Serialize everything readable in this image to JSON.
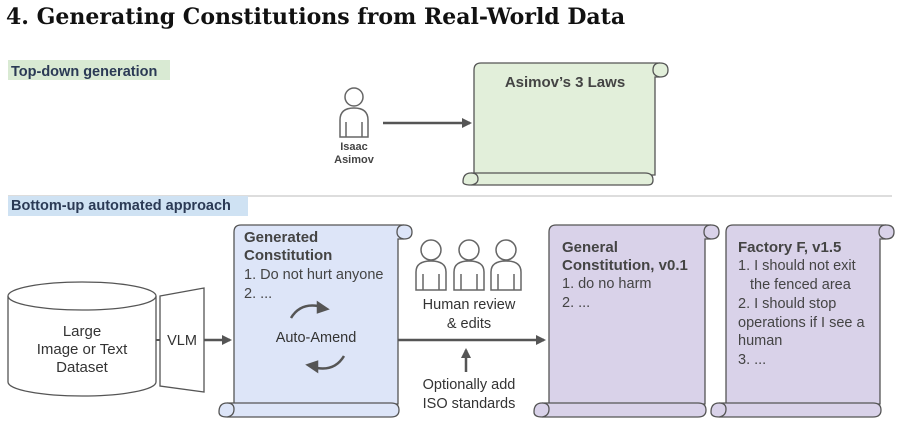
{
  "title": "4.  Generating Constitutions from Real-World Data",
  "sections": {
    "top_down": "Top-down generation",
    "bottom_up": "Bottom-up automated approach"
  },
  "top_down": {
    "person_label": [
      "Isaac",
      "Asimov"
    ],
    "scroll_title": "Asimov’s 3 Laws"
  },
  "bottom_up": {
    "dataset_label": [
      "Large",
      "Image or Text",
      "Dataset"
    ],
    "vlm_label": "VLM",
    "generated": {
      "title": [
        "Generated",
        "Constitution"
      ],
      "body": [
        "1. Do not hurt anyone",
        "2. ..."
      ],
      "cycle_label": "Auto-Amend"
    },
    "human_review": [
      "Human review",
      "& edits"
    ],
    "iso": [
      "Optionally add",
      "ISO standards"
    ],
    "general": {
      "title": [
        "General",
        "Constitution, v0.1"
      ],
      "body": [
        "1.  do no harm",
        "2. ..."
      ]
    },
    "factory": {
      "title": [
        "Factory F, v1.5"
      ],
      "body": [
        "1. I should not exit",
        "the fenced area",
        "2. I should stop",
        "operations if I see a",
        "human",
        "3. ..."
      ]
    }
  },
  "colors": {
    "top_down_highlight": "#d9ead3",
    "bottom_up_highlight": "#cfe2f3",
    "green_scroll": "#e2efda",
    "blue_scroll": "#dde5f8",
    "purple_scroll": "#d9d2e9",
    "stroke": "#555555"
  }
}
